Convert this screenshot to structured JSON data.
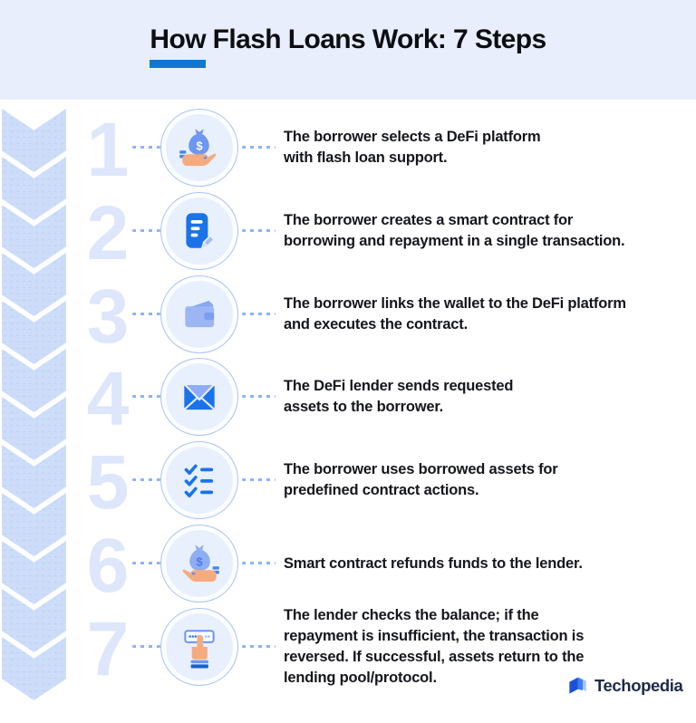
{
  "header": {
    "title": "How Flash Loans Work: 7 Steps"
  },
  "steps": [
    {
      "number": "1",
      "icon": "money-bag-hand-icon",
      "text": "The borrower selects a DeFi platform\nwith flash loan support."
    },
    {
      "number": "2",
      "icon": "smart-contract-document-icon",
      "text": "The borrower creates a smart contract for\nborrowing and repayment in a single transaction."
    },
    {
      "number": "3",
      "icon": "wallet-icon",
      "text": "The borrower links the wallet to the DeFi platform\nand executes the contract."
    },
    {
      "number": "4",
      "icon": "envelope-icon",
      "text": "The DeFi lender sends requested\nassets to the borrower."
    },
    {
      "number": "5",
      "icon": "checklist-icon",
      "text": "The borrower uses borrowed assets for\npredefined contract actions."
    },
    {
      "number": "6",
      "icon": "refund-money-bag-hand-icon",
      "text": "Smart contract refunds funds to the lender."
    },
    {
      "number": "7",
      "icon": "hand-press-button-icon",
      "text": "The lender checks the balance; if the\nrepayment is insufficient, the transaction is\nreversed. If successful, assets return to the\nlending pool/protocol."
    }
  ],
  "footer": {
    "brand": "Techopedia"
  },
  "colors": {
    "header_band": "#e8eefb",
    "accent_underline": "#1277d3",
    "chevron": "#cdddf9",
    "step_number": "#dde6fb",
    "icon_blue": "#1a73e8",
    "periwinkle": "#9cb6f4",
    "peach_hand": "#f5ab7e",
    "text": "#14161b",
    "brand_navy": "#1d2b4a"
  }
}
